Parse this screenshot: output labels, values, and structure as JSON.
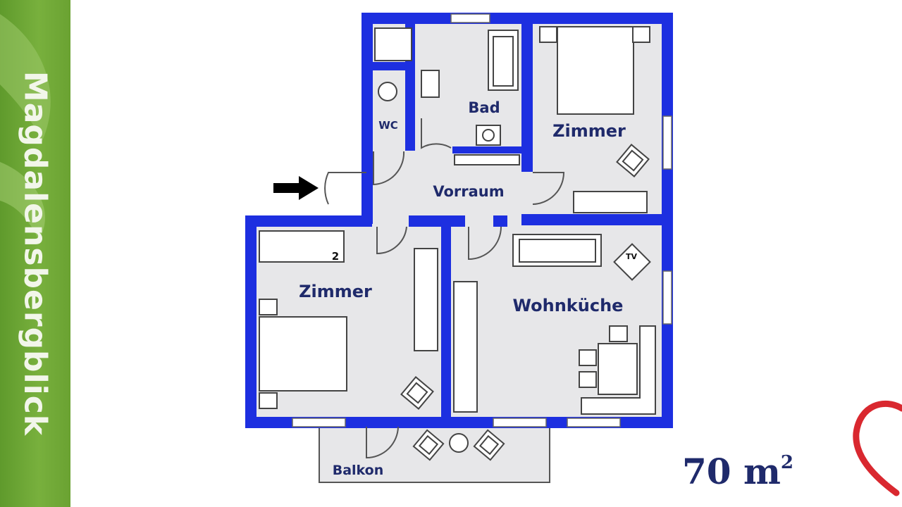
{
  "sidebar": {
    "brand_text": "Magdalensbergblick"
  },
  "rooms": {
    "bad": "Bad",
    "wc": "WC",
    "zimmer_1": "Zimmer",
    "vorraum": "Vorraum",
    "zimmer_2": "Zimmer",
    "wohnkueche": "Wohnküche",
    "balkon": "Balkon"
  },
  "furniture": {
    "bed_number": "2",
    "tv_label": "TV"
  },
  "area": {
    "value": "70 m",
    "exponent": "2"
  },
  "colors": {
    "wall": "#1d2fe0",
    "floor": "#e7e7e9",
    "label": "#1f2a6b",
    "sidebar": "#72aa38",
    "logo": "#d9282f"
  }
}
